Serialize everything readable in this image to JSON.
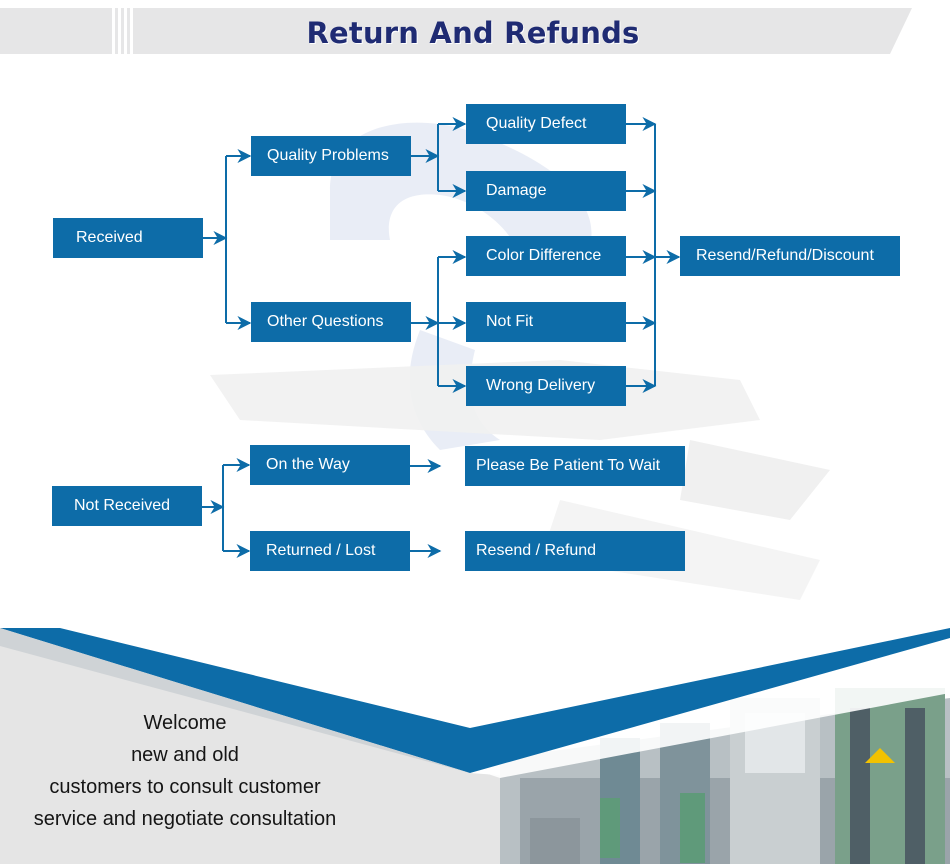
{
  "header": {
    "title": "Return And Refunds"
  },
  "flow": {
    "received": {
      "label": "Received",
      "quality_problems": "Quality Problems",
      "other_questions": "Other Questions",
      "quality_defect": "Quality Defect",
      "damage": "Damage",
      "color_difference": "Color Difference",
      "not_fit": "Not Fit",
      "wrong_delivery": "Wrong Delivery",
      "outcome": "Resend/Refund/Discount"
    },
    "not_received": {
      "label": "Not Received",
      "on_the_way": "On the Way",
      "returned_lost": "Returned / Lost",
      "wait": "Please Be Patient To Wait",
      "resend_refund": "Resend / Refund"
    }
  },
  "footer": {
    "lines": [
      "Welcome",
      "new and old",
      "customers to consult customer",
      "service and negotiate consultation"
    ]
  },
  "colors": {
    "node": "#0d6ca8",
    "banner_bg": "#e6e6e7",
    "title": "#1f2b73",
    "connector": "#0d6ca8"
  }
}
